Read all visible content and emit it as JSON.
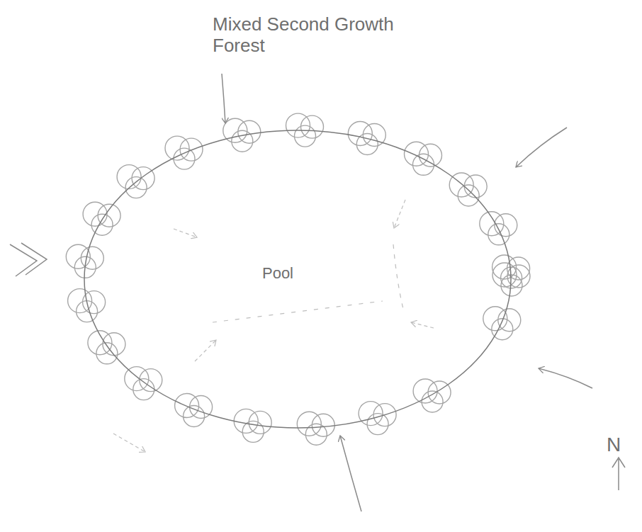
{
  "diagram": {
    "nodes": [
      {
        "text": [
          "Pool"
        ]
      }
    ],
    "labels": [
      "Mixed Second Growth Forest",
      "N"
    ]
  }
}
